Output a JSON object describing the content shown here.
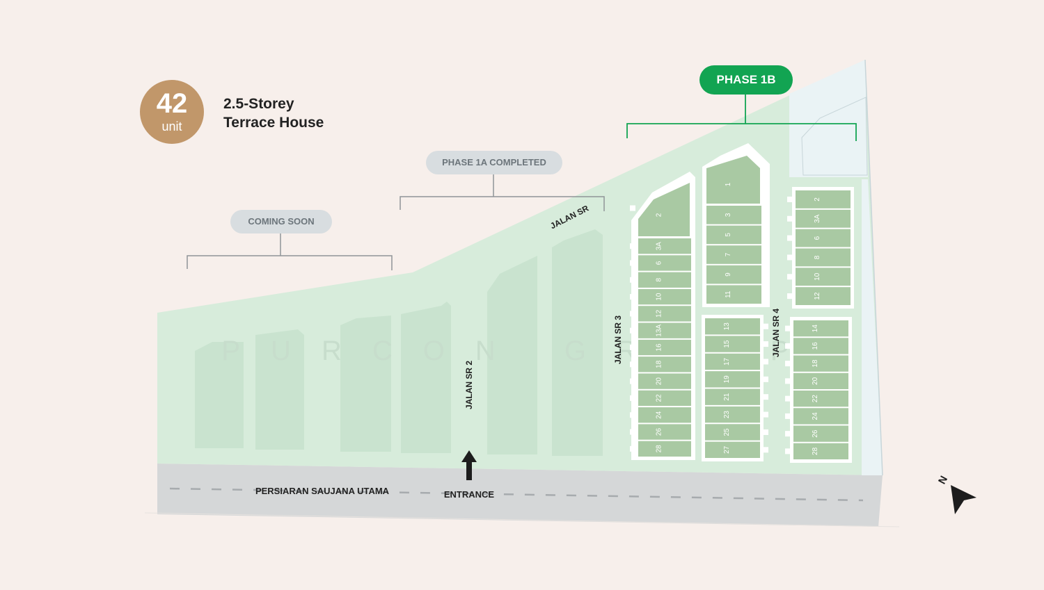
{
  "unit_badge": {
    "count": "42",
    "label": "unit"
  },
  "property_type": {
    "line1": "2.5-Storey",
    "line2": "Terrace House"
  },
  "phases": {
    "coming_soon": "COMING SOON",
    "phase_1a": "PHASE 1A COMPLETED",
    "phase_1b": "PHASE 1B"
  },
  "roads": {
    "main": "PERSIARAN SAUJANA UTAMA",
    "entrance": "ENTRANCE",
    "jalan_sr": "JALAN SR",
    "jalan_sr2": "JALAN SR 2",
    "jalan_sr3": "JALAN SR 3",
    "jalan_sr4": "JALAN SR 4"
  },
  "watermark": "PURCON GROUP",
  "compass": "N",
  "blocks": {
    "a": [
      "2",
      "3A",
      "6",
      "8",
      "10",
      "12",
      "13A",
      "16",
      "18",
      "20",
      "22",
      "24",
      "26",
      "28"
    ],
    "b_top": [
      "1",
      "3",
      "5",
      "7",
      "9",
      "11"
    ],
    "b_bottom": [
      "13",
      "15",
      "17",
      "19",
      "21",
      "23",
      "25",
      "27"
    ],
    "c_top": [
      "2",
      "3A",
      "6",
      "8",
      "10",
      "12"
    ],
    "c_bottom": [
      "14",
      "16",
      "18",
      "20",
      "22",
      "24",
      "26",
      "28"
    ]
  },
  "colors": {
    "background": "#f7efeb",
    "land": "#d7ecdb",
    "lot": "#a9c9a3",
    "road": "#d5d7d8",
    "badge": "#c1976a",
    "phase_1b": "#12a452",
    "pill_grey": "#d8dde0"
  }
}
